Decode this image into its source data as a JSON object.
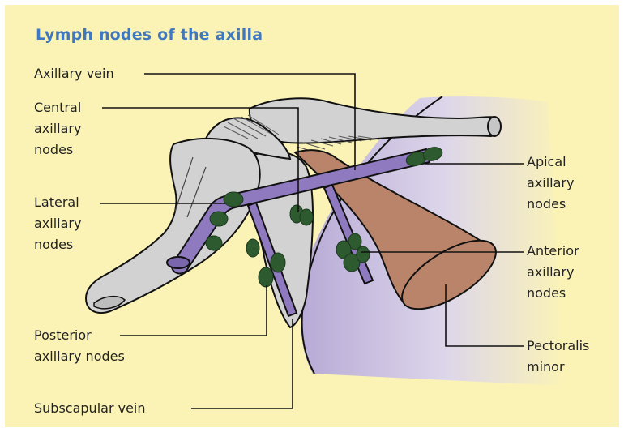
{
  "title": "Lymph nodes of the axilla",
  "labels": {
    "axillary_vein": "Axillary vein",
    "central_nodes": "Central\naxillary\nnodes",
    "lateral_nodes": "Lateral\naxillary\nnodes",
    "posterior_nodes": "Posterior\naxillary nodes",
    "subscapular_vein": "Subscapular vein",
    "apical_nodes": "Apical\naxillary\nnodes",
    "anterior_nodes": "Anterior\naxillary\nnodes",
    "pectoralis_minor": "Pectoralis\nminor"
  },
  "colors": {
    "background": "#fbf3b6",
    "title": "#3f78c0",
    "bone": "#d2d2d2",
    "vein": "#8f7ac0",
    "node": "#2e5a30",
    "muscle": "#b98469",
    "chest_wall": "#c4b7dd"
  }
}
